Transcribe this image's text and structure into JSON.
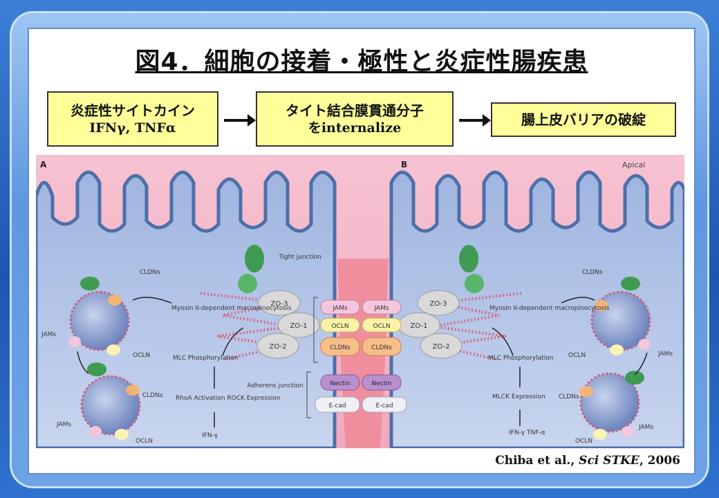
{
  "title": "図4．細胞の接着・極性と炎症性腸疾患",
  "flow": {
    "box1": {
      "line1": "炎症性サイトカイン",
      "line2": "IFNγ, TNFα"
    },
    "box2": {
      "line1": "タイト結合膜貫通分子",
      "line2": "をinternalize"
    },
    "box3": {
      "line1": "腸上皮バリアの破綻"
    }
  },
  "figure": {
    "panel_a": "A",
    "panel_b": "B",
    "apical": "Apical",
    "tight_junction": "Tight junction",
    "adherens_junction": "Adherens junction",
    "myosin_label": "Myosin II-dependent macropinocytosis",
    "mlc_label": "MLC Phosphorylation",
    "rhoa_label": "RhoA Activation ROCK Expression",
    "mlck_label": "MLCK Expression",
    "ifn_a": "IFN-γ",
    "ifn_b": "IFN-γ TNF-α",
    "molecules": {
      "zo3": "ZO-3",
      "zo1": "ZO-1",
      "zo2": "ZO-2",
      "jams": "JAMs",
      "ocln": "OCLN",
      "cldns": "CLDNs",
      "nectin": "Nectin",
      "ecad": "E-cad"
    }
  },
  "citation": {
    "authors": "Chiba et al., ",
    "journal": "Sci STKE",
    "year": ", 2006"
  },
  "colors": {
    "box_fill": "#ffff9a",
    "membrane": "#5a7fb8",
    "lumen": "#f4b6c8",
    "cytoplasm": "#b6c8e8"
  }
}
